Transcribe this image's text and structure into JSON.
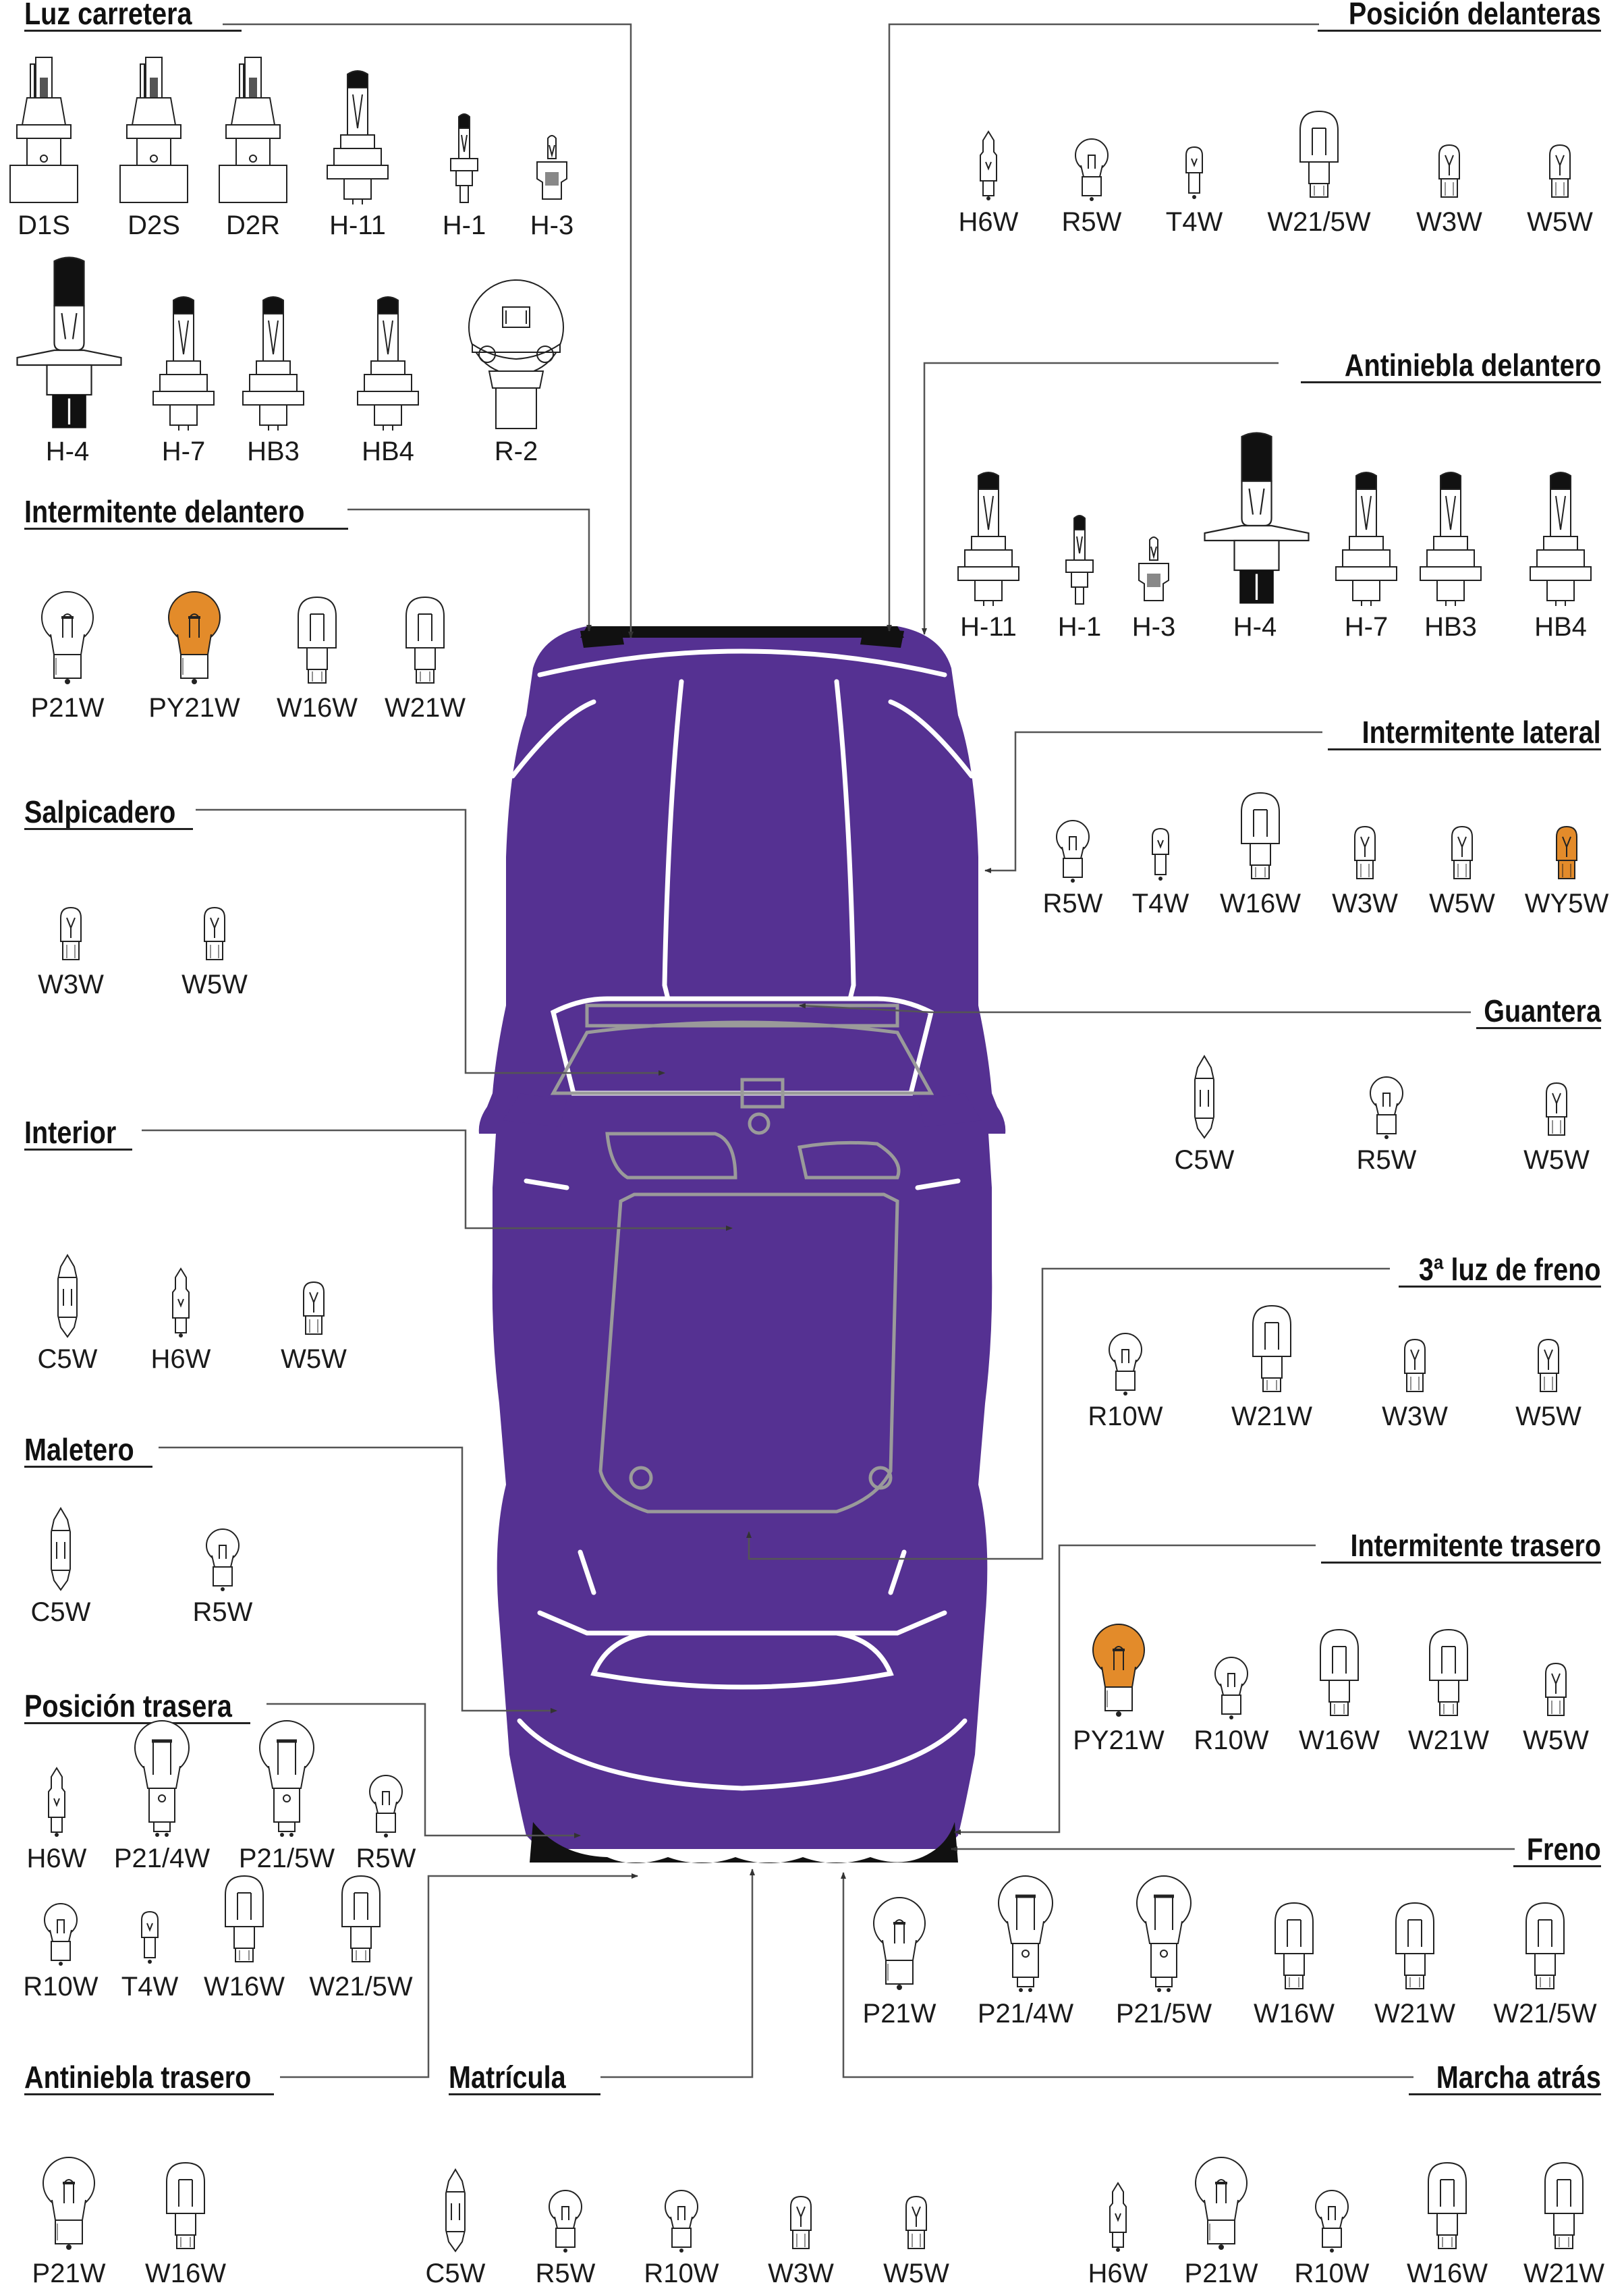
{
  "colors": {
    "car_body": "#553192",
    "amber": "#e38b2a",
    "line": "#555555",
    "interior_line": "#999999"
  },
  "sections": [
    {
      "id": "luz-carretera",
      "title": "Luz carretera",
      "bulbs": [
        {
          "label": "D1S",
          "icon": "xenon-d1s-icon"
        },
        {
          "label": "D2S",
          "icon": "xenon-d2s-icon"
        },
        {
          "label": "D2R",
          "icon": "xenon-d2r-icon"
        },
        {
          "label": "H-11",
          "icon": "halogen-h11-icon"
        },
        {
          "label": "H-1",
          "icon": "halogen-h1-icon"
        },
        {
          "label": "H-3",
          "icon": "halogen-h3-icon"
        },
        {
          "label": "H-4",
          "icon": "halogen-h4-icon"
        },
        {
          "label": "H-7",
          "icon": "halogen-h7-icon"
        },
        {
          "label": "HB3",
          "icon": "halogen-hb3-icon"
        },
        {
          "label": "HB4",
          "icon": "halogen-hb4-icon"
        },
        {
          "label": "R-2",
          "icon": "bilux-r2-icon"
        }
      ]
    },
    {
      "id": "intermitente-delantero",
      "title": "Intermitente delantero",
      "bulbs": [
        {
          "label": "P21W",
          "icon": "ball-bulb-icon"
        },
        {
          "label": "PY21W",
          "icon": "ball-bulb-amber-icon"
        },
        {
          "label": "W16W",
          "icon": "wedge-bulb-icon"
        },
        {
          "label": "W21W",
          "icon": "wedge-bulb-icon"
        }
      ]
    },
    {
      "id": "salpicadero",
      "title": "Salpicadero",
      "bulbs": [
        {
          "label": "W3W",
          "icon": "mini-wedge-bulb-icon"
        },
        {
          "label": "W5W",
          "icon": "mini-wedge-bulb-icon"
        }
      ]
    },
    {
      "id": "interior",
      "title": "Interior",
      "bulbs": [
        {
          "label": "C5W",
          "icon": "festoon-bulb-icon"
        },
        {
          "label": "H6W",
          "icon": "mini-bayonet-bulb-icon"
        },
        {
          "label": "W5W",
          "icon": "mini-wedge-bulb-icon"
        }
      ]
    },
    {
      "id": "maletero",
      "title": "Maletero",
      "bulbs": [
        {
          "label": "C5W",
          "icon": "festoon-bulb-icon"
        },
        {
          "label": "R5W",
          "icon": "small-ball-bulb-icon"
        }
      ]
    },
    {
      "id": "posicion-trasera",
      "title": "Posición trasera",
      "bulbs": [
        {
          "label": "H6W",
          "icon": "mini-bayonet-bulb-icon"
        },
        {
          "label": "P21/4W",
          "icon": "dual-filament-bulb-icon"
        },
        {
          "label": "P21/5W",
          "icon": "dual-filament-bulb-icon"
        },
        {
          "label": "R5W",
          "icon": "small-ball-bulb-icon"
        },
        {
          "label": "R10W",
          "icon": "small-ball-bulb-icon"
        },
        {
          "label": "T4W",
          "icon": "tiny-bulb-icon"
        },
        {
          "label": "W16W",
          "icon": "wedge-bulb-icon"
        },
        {
          "label": "W21/5W",
          "icon": "wedge-bulb-icon"
        }
      ]
    },
    {
      "id": "antiniebla-trasero",
      "title": "Antiniebla trasero",
      "bulbs": [
        {
          "label": "P21W",
          "icon": "ball-bulb-icon"
        },
        {
          "label": "W16W",
          "icon": "wedge-bulb-icon"
        }
      ]
    },
    {
      "id": "matricula",
      "title": "Matrícula",
      "bulbs": [
        {
          "label": "C5W",
          "icon": "festoon-bulb-icon"
        },
        {
          "label": "R5W",
          "icon": "small-ball-bulb-icon"
        },
        {
          "label": "R10W",
          "icon": "small-ball-bulb-icon"
        },
        {
          "label": "W3W",
          "icon": "mini-wedge-bulb-icon"
        },
        {
          "label": "W5W",
          "icon": "mini-wedge-bulb-icon"
        }
      ]
    },
    {
      "id": "posicion-delanteras",
      "title": "Posición delanteras",
      "bulbs": [
        {
          "label": "H6W",
          "icon": "mini-bayonet-bulb-icon"
        },
        {
          "label": "R5W",
          "icon": "small-ball-bulb-icon"
        },
        {
          "label": "T4W",
          "icon": "tiny-bulb-icon"
        },
        {
          "label": "W21/5W",
          "icon": "wedge-bulb-icon"
        },
        {
          "label": "W3W",
          "icon": "mini-wedge-bulb-icon"
        },
        {
          "label": "W5W",
          "icon": "mini-wedge-bulb-icon"
        }
      ]
    },
    {
      "id": "antiniebla-delantero",
      "title": "Antiniebla delantero",
      "bulbs": [
        {
          "label": "H-11",
          "icon": "halogen-h11-icon"
        },
        {
          "label": "H-1",
          "icon": "halogen-h1-icon"
        },
        {
          "label": "H-3",
          "icon": "halogen-h3-icon"
        },
        {
          "label": "H-4",
          "icon": "halogen-h4-icon"
        },
        {
          "label": "H-7",
          "icon": "halogen-h7-icon"
        },
        {
          "label": "HB3",
          "icon": "halogen-hb3-icon"
        },
        {
          "label": "HB4",
          "icon": "halogen-hb4-icon"
        }
      ]
    },
    {
      "id": "intermitente-lateral",
      "title": "Intermitente lateral",
      "bulbs": [
        {
          "label": "R5W",
          "icon": "small-ball-bulb-icon"
        },
        {
          "label": "T4W",
          "icon": "tiny-bulb-icon"
        },
        {
          "label": "W16W",
          "icon": "wedge-bulb-icon"
        },
        {
          "label": "W3W",
          "icon": "mini-wedge-bulb-icon"
        },
        {
          "label": "W5W",
          "icon": "mini-wedge-bulb-icon"
        },
        {
          "label": "WY5W",
          "icon": "mini-wedge-bulb-amber-icon"
        }
      ]
    },
    {
      "id": "guantera",
      "title": "Guantera",
      "bulbs": [
        {
          "label": "C5W",
          "icon": "festoon-bulb-icon"
        },
        {
          "label": "R5W",
          "icon": "small-ball-bulb-icon"
        },
        {
          "label": "W5W",
          "icon": "mini-wedge-bulb-icon"
        }
      ]
    },
    {
      "id": "tercera-luz-freno",
      "title": "3ª luz de freno",
      "bulbs": [
        {
          "label": "R10W",
          "icon": "small-ball-bulb-icon"
        },
        {
          "label": "W21W",
          "icon": "wedge-bulb-icon"
        },
        {
          "label": "W3W",
          "icon": "mini-wedge-bulb-icon"
        },
        {
          "label": "W5W",
          "icon": "mini-wedge-bulb-icon"
        }
      ]
    },
    {
      "id": "intermitente-trasero",
      "title": "Intermitente trasero",
      "bulbs": [
        {
          "label": "PY21W",
          "icon": "ball-bulb-amber-icon"
        },
        {
          "label": "R10W",
          "icon": "small-ball-bulb-icon"
        },
        {
          "label": "W16W",
          "icon": "wedge-bulb-icon"
        },
        {
          "label": "W21W",
          "icon": "wedge-bulb-icon"
        },
        {
          "label": "W5W",
          "icon": "mini-wedge-bulb-icon"
        }
      ]
    },
    {
      "id": "freno",
      "title": "Freno",
      "bulbs": [
        {
          "label": "P21W",
          "icon": "ball-bulb-icon"
        },
        {
          "label": "P21/4W",
          "icon": "dual-filament-bulb-icon"
        },
        {
          "label": "P21/5W",
          "icon": "dual-filament-bulb-icon"
        },
        {
          "label": "W16W",
          "icon": "wedge-bulb-icon"
        },
        {
          "label": "W21W",
          "icon": "wedge-bulb-icon"
        },
        {
          "label": "W21/5W",
          "icon": "wedge-bulb-icon"
        }
      ]
    },
    {
      "id": "marcha-atras",
      "title": "Marcha atrás",
      "bulbs": [
        {
          "label": "H6W",
          "icon": "mini-bayonet-bulb-icon"
        },
        {
          "label": "P21W",
          "icon": "ball-bulb-icon"
        },
        {
          "label": "R10W",
          "icon": "small-ball-bulb-icon"
        },
        {
          "label": "W16W",
          "icon": "wedge-bulb-icon"
        },
        {
          "label": "W21W",
          "icon": "wedge-bulb-icon"
        }
      ]
    }
  ]
}
